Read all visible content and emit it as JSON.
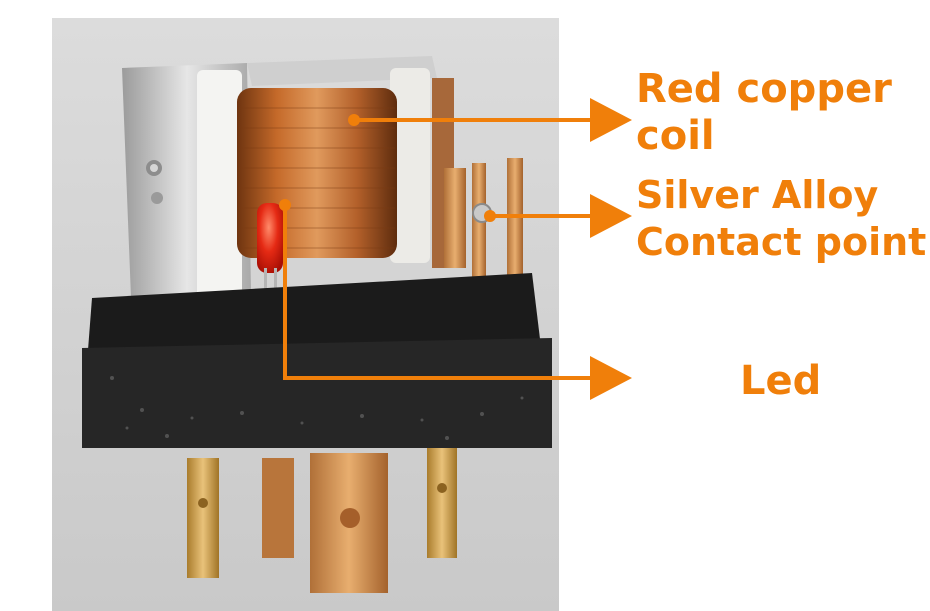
{
  "accent_color": "#f07f0a",
  "labels": {
    "coil": {
      "line1": "Red copper",
      "line2": "coil"
    },
    "contact": {
      "line1": "Silver Alloy",
      "line2": "Contact point"
    },
    "led": {
      "text": "Led"
    }
  },
  "icons": {
    "photo": "relay-photo-icon",
    "arrows": "arrow-right-icon"
  }
}
